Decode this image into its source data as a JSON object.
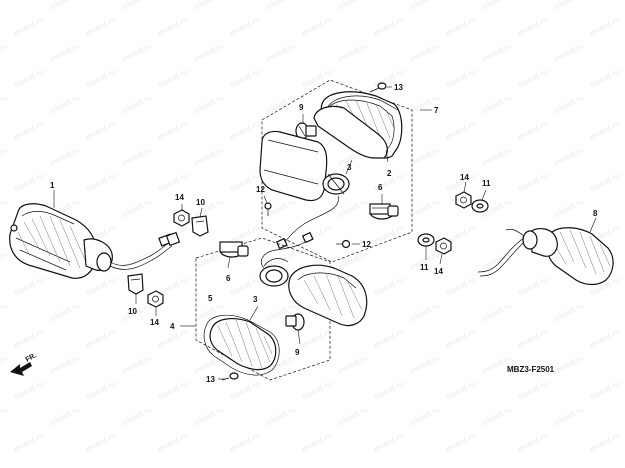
{
  "watermark": "motod.ru",
  "diagram_code": "MBZ3-F2501",
  "front_marker": "FR.",
  "callouts": {
    "c1": "1",
    "c2": "2",
    "c3a": "3",
    "c3b": "3",
    "c4": "4",
    "c5": "5",
    "c6a": "6",
    "c6b": "6",
    "c7": "7",
    "c8": "8",
    "c9a": "9",
    "c9b": "9",
    "c10a": "10",
    "c10b": "10",
    "c11a": "11",
    "c11b": "11",
    "c12a": "12",
    "c12b": "12",
    "c13a": "13",
    "c13b": "13",
    "c14a": "14",
    "c14b": "14",
    "c14c": "14"
  },
  "colors": {
    "line": "#111111",
    "watermark": "#e9e9e9",
    "background": "#ffffff"
  }
}
